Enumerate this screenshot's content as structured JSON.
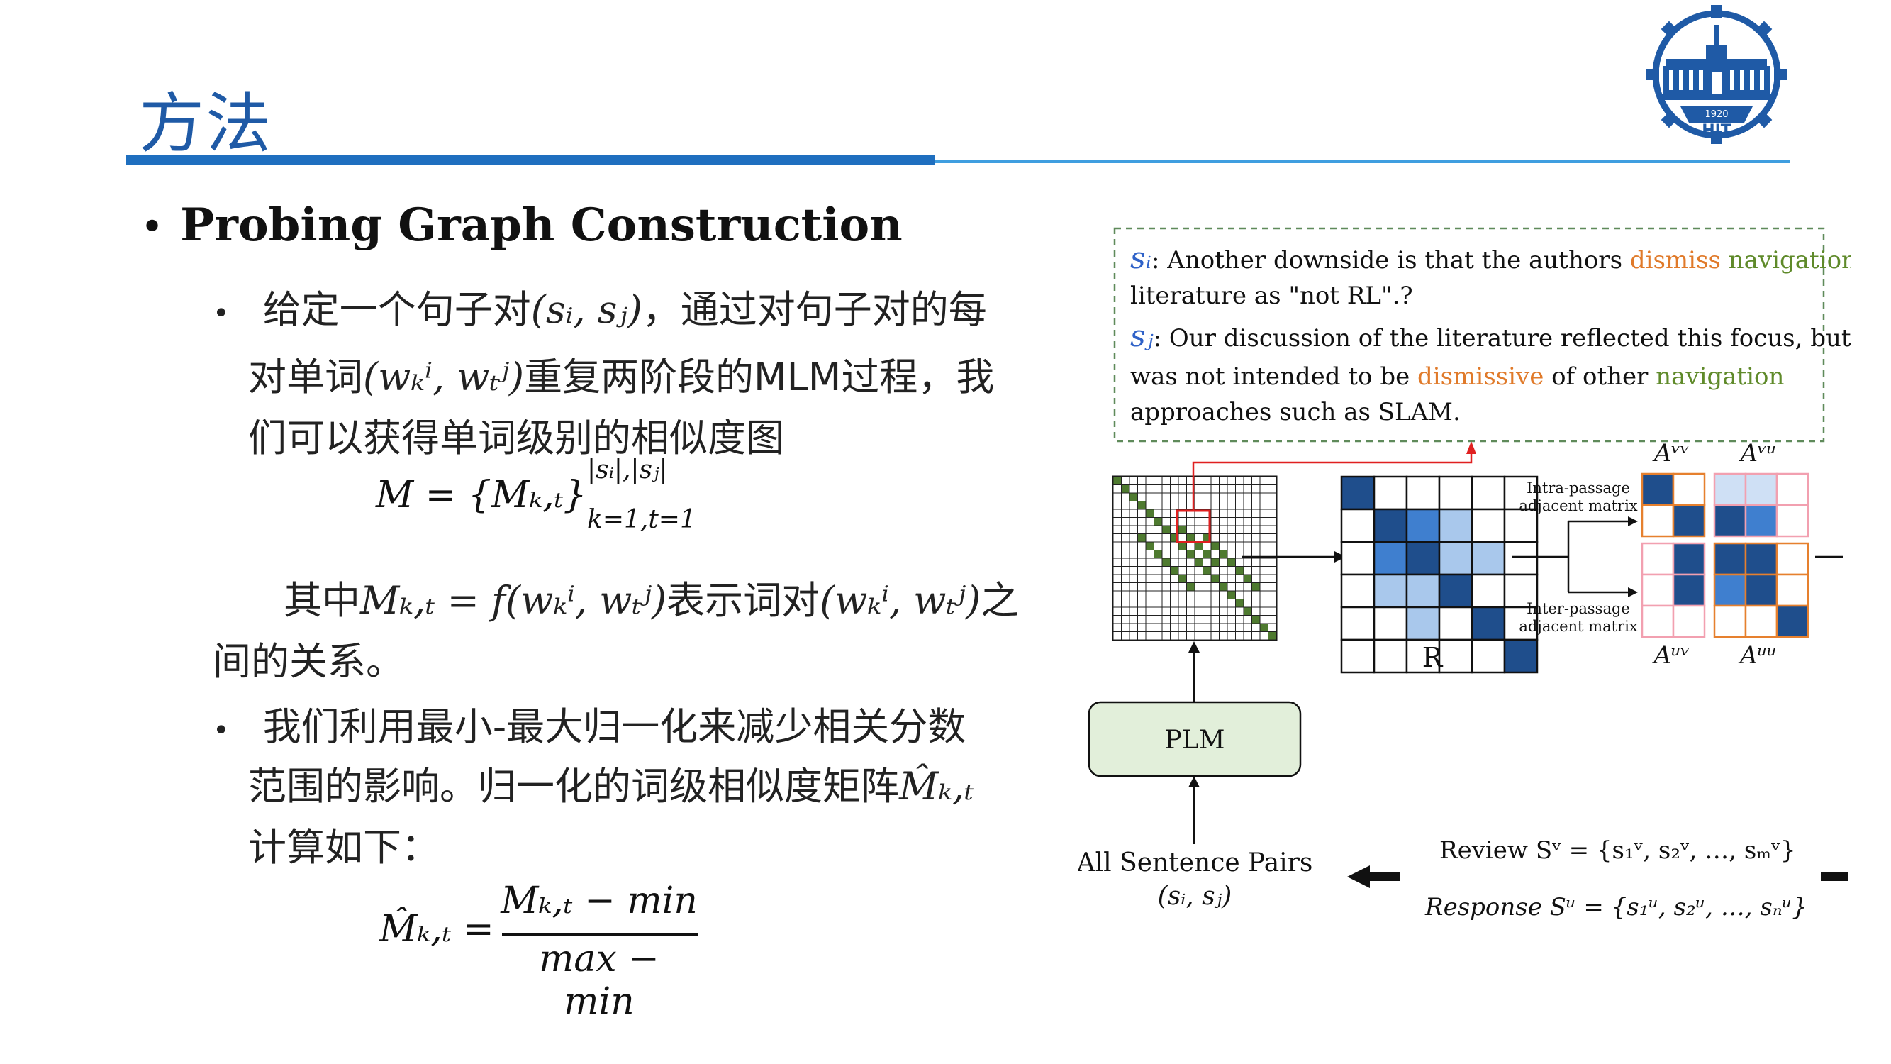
{
  "header": {
    "title": "方法",
    "logo_text": "HIT",
    "logo_year": "1920"
  },
  "section": {
    "bullet": "Probing Graph Construction",
    "p1_line1_a": "给定一个句子对",
    "p1_pair": "(sᵢ, sⱼ)",
    "p1_line1_b": "，通过对句子对的每",
    "p1_line2_a": "对单词",
    "p1_words": "(wₖⁱ, wₜʲ)",
    "p1_line2_b": "重复两阶段的MLM过程，我",
    "p1_line3": "们可以获得单词级别的相似度图",
    "eq1": "M  =  {Mₖ,ₜ}",
    "eq1_sup": "|sᵢ|,|sⱼ|",
    "eq1_sub": "k=1,t=1",
    "p2_a": "其中",
    "p2_m": "Mₖ,ₜ = f(wₖⁱ, wₜʲ)",
    "p2_b": "表示词对",
    "p2_words": "(wₖⁱ, wₜʲ)",
    "p2_c": "之",
    "p2_line2": "间的关系。",
    "p3_line1": "我们利用最小-最大归一化来减少相关分数",
    "p3_line2_a": "范围的影响。归一化的词级相似度矩阵",
    "p3_mhat": "M̂ₖ,ₜ",
    "p3_line3": "计算如下：",
    "eq2_lhs": "M̂ₖ,ₜ =",
    "eq2_num": "Mₖ,ₜ − min",
    "eq2_den": "max − min"
  },
  "figure": {
    "si_label": "sᵢ",
    "si_text_a": ": Another downside is that the authors ",
    "si_dismiss": "dismiss",
    "si_nav": "navigation",
    "si_text_b": "literature as \"not RL\".?",
    "sj_label": "sⱼ",
    "sj_text_a": ": Our discussion of the literature reflected this focus, but",
    "sj_text_b": "was not intended to be ",
    "sj_dismissive": "dismissive",
    "sj_text_c": " of other ",
    "sj_nav": "navigation",
    "sj_text_d": "approaches such as SLAM.",
    "r_label": "R",
    "intra_l1": "Intra-passage",
    "intra_l2": "adjacent matrix",
    "inter_l1": "Inter-passage",
    "inter_l2": "adjacent matrix",
    "avv": "Aᵛᵛ",
    "avu": "Aᵛᵘ",
    "auv": "Aᵘᵛ",
    "auu": "Aᵘᵘ",
    "plm": "PLM",
    "pairs_l1": "All Sentence Pairs",
    "pairs_l2": "(sᵢ, sⱼ)",
    "review": "Review Sᵛ = {s₁ᵛ, s₂ᵛ, …, sₘᵛ}",
    "response": "Response Sᵘ = {s₁ᵘ, s₂ᵘ, …, sₙᵘ}",
    "colors": {
      "dark_blue": "#1f4e8c",
      "mid_blue": "#3f7fcf",
      "light_blue": "#a9c8ec",
      "orange_border": "#e6802e",
      "pink_border": "#f2a0b0",
      "plm_fill": "#e2efda",
      "green_diag": "#4e7a2f"
    }
  }
}
